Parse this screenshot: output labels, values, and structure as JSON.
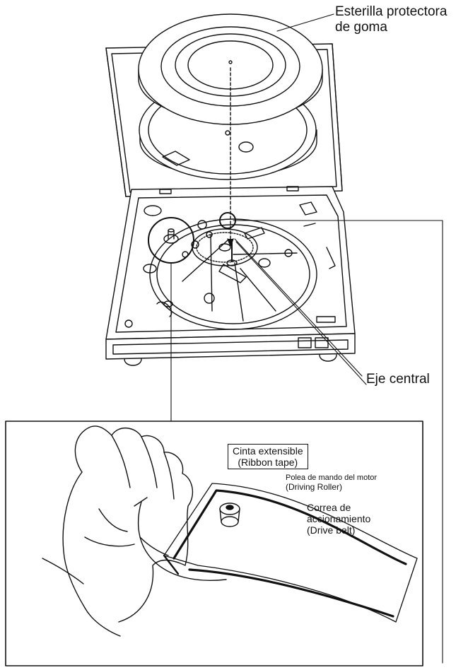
{
  "labels": {
    "rubber_mat_line1": "Esterilla protectora",
    "rubber_mat_line2": "de goma",
    "center_shaft": "Eje central",
    "ribbon_tape_line1": "Cinta extensible",
    "ribbon_tape_line2": "(Ribbon tape)",
    "driving_roller_line1": "Polea de mando del motor",
    "driving_roller_line2": "(Driving Roller)",
    "drive_belt_line1": "Correa de",
    "drive_belt_line2": "accionamiento",
    "drive_belt_line3": "(Drive belt)"
  },
  "colors": {
    "ink": "#111111",
    "paper": "#ffffff"
  }
}
